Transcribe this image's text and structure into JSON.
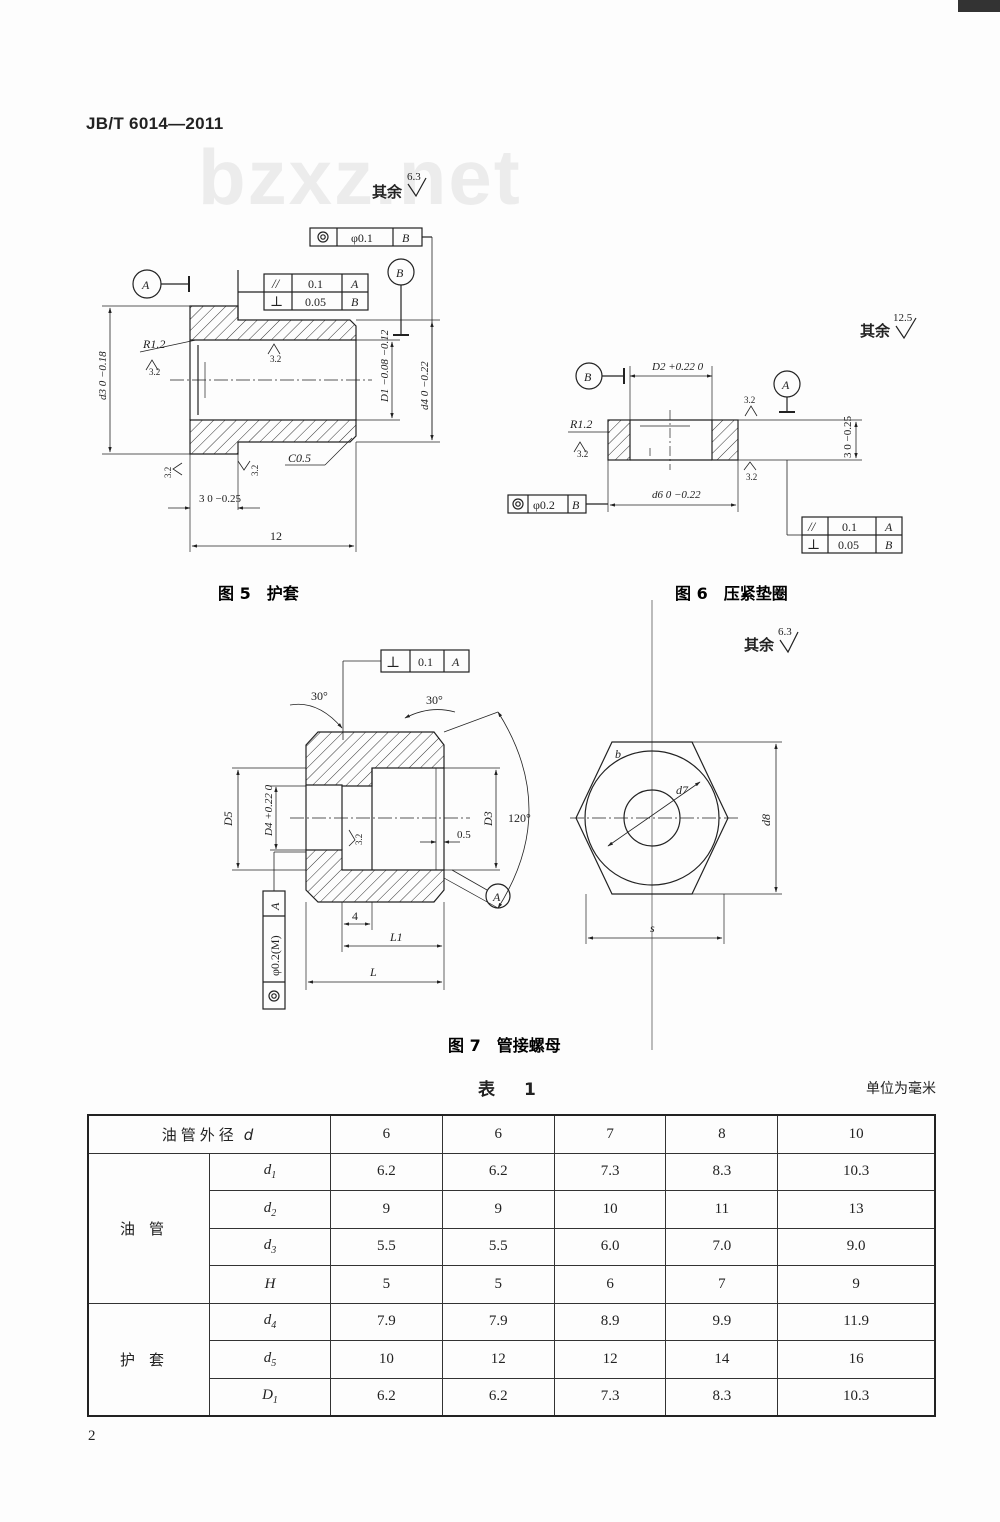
{
  "header": {
    "standard_code": "JB/T 6014—2011",
    "watermark": "bzxz.net"
  },
  "figure5": {
    "caption": "图 5　护套",
    "rest_label": "其余",
    "rest_roughness": "6.3",
    "datum_a": "A",
    "datum_b": "B",
    "fcf_coax": {
      "tol": "φ0.1",
      "datum": "B"
    },
    "fcf_parallel": {
      "tol": "0.1",
      "datum": "A"
    },
    "fcf_perp": {
      "tol": "0.05",
      "datum": "B"
    },
    "radius": "R1.2",
    "rough": "3.2",
    "chamfer": "C0.5",
    "dim_d3": "d3 0 −0.18",
    "dim_D1": "D1 −0.08 −0.12",
    "dim_d4": "d4 0 −0.22",
    "dim_3": "3 0 −0.25",
    "dim_12": "12"
  },
  "figure6": {
    "caption": "图 6　压紧垫圈",
    "rest_label": "其余",
    "rest_roughness": "12.5",
    "datum_a": "A",
    "datum_b": "B",
    "dim_D2": "D2 +0.22 0",
    "radius": "R1.2",
    "rough": "3.2",
    "dim_3": "3 0 −0.25",
    "dim_d6": "d6 0 −0.22",
    "fcf_coax": {
      "tol": "φ0.2",
      "datum": "B"
    },
    "fcf_parallel": {
      "tol": "0.1",
      "datum": "A"
    },
    "fcf_perp": {
      "tol": "0.05",
      "datum": "B"
    }
  },
  "figure7": {
    "caption": "图 7　管接螺母",
    "rest_label": "其余",
    "rest_roughness": "6.3",
    "fcf_perp": {
      "tol": "0.1",
      "datum": "A"
    },
    "angle_30a": "30°",
    "angle_30b": "30°",
    "angle_120": "120°",
    "dim_D5": "D5",
    "dim_D4": "D4 +0.22 0",
    "dim_D3": "D3",
    "dim_05": "0.5",
    "rough": "3.2",
    "datum_a": "A",
    "fcf_coax": {
      "tol": "φ0.2(M)",
      "datum": "A"
    },
    "dim_4": "4",
    "dim_L1": "L1",
    "dim_L": "L",
    "dim_d7": "d7",
    "dim_d8": "d8",
    "dim_s": "s",
    "mark_b": "b"
  },
  "table": {
    "title": "表　1",
    "units": "单位为毫米",
    "header_label": "油管外径",
    "header_symbol": "d",
    "header_values": [
      "6",
      "6",
      "7",
      "8",
      "10"
    ],
    "groups": [
      {
        "name": "油管",
        "rows": [
          {
            "symbol": "d1",
            "values": [
              "6.2",
              "6.2",
              "7.3",
              "8.3",
              "10.3"
            ]
          },
          {
            "symbol": "d2",
            "values": [
              "9",
              "9",
              "10",
              "11",
              "13"
            ]
          },
          {
            "symbol": "d3",
            "values": [
              "5.5",
              "5.5",
              "6.0",
              "7.0",
              "9.0"
            ]
          },
          {
            "symbol": "H",
            "values": [
              "5",
              "5",
              "6",
              "7",
              "9"
            ]
          }
        ]
      },
      {
        "name": "护套",
        "rows": [
          {
            "symbol": "d4",
            "values": [
              "7.9",
              "7.9",
              "8.9",
              "9.9",
              "11.9"
            ]
          },
          {
            "symbol": "d5",
            "values": [
              "10",
              "12",
              "12",
              "14",
              "16"
            ]
          },
          {
            "symbol": "D1",
            "values": [
              "6.2",
              "6.2",
              "7.3",
              "8.3",
              "10.3"
            ]
          }
        ]
      }
    ]
  },
  "footer": {
    "page_number": "2"
  }
}
